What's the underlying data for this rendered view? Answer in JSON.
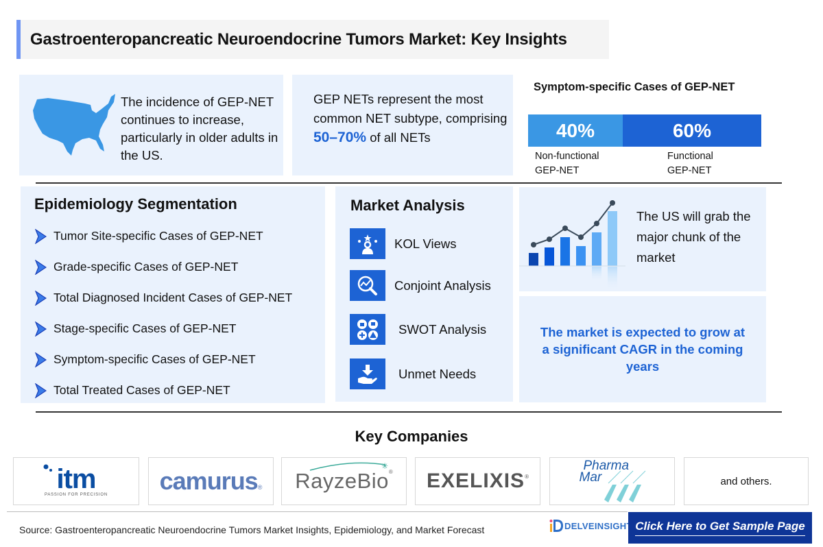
{
  "header": {
    "title": "Gastroenteropancreatic Neuroendocrine Tumors Market: Key Insights",
    "accent_color": "#6f95f3"
  },
  "insights": {
    "incidence": {
      "icon": "us-map-icon",
      "text": "The incidence of GEP-NET continues to increase, particularly in older adults in the US."
    },
    "subtype": {
      "text_before": "GEP NETs represent the most common NET subtype, comprising ",
      "highlight": "50–70%",
      "text_after": " of all NETs"
    }
  },
  "symptom_chart": {
    "title": "Symptom-specific Cases of GEP-NET",
    "segments": [
      {
        "value": "40%",
        "label_line1": "Non-functional",
        "label_line2": "GEP-NET",
        "color": "#3a97e4"
      },
      {
        "value": "60%",
        "label_line1": "Functional",
        "label_line2": "GEP-NET",
        "color": "#1d63d4"
      }
    ]
  },
  "epidemiology": {
    "title": "Epidemiology Segmentation",
    "items": [
      "Tumor Site-specific Cases of GEP-NET",
      "Grade-specific Cases of GEP-NET",
      "Total Diagnosed Incident Cases of GEP-NET",
      "Stage-specific Cases of GEP-NET",
      "Symptom-specific Cases of GEP-NET",
      "Total Treated Cases of GEP-NET"
    ]
  },
  "market_analysis": {
    "title": "Market Analysis",
    "items": [
      {
        "label": "KOL Views",
        "icon": "kol-person-stars-icon"
      },
      {
        "label": "Conjoint Analysis",
        "icon": "magnifier-chart-icon"
      },
      {
        "label": "SWOT Analysis",
        "icon": "swot-grid-icon"
      },
      {
        "label": "Unmet Needs",
        "icon": "hand-download-icon"
      }
    ]
  },
  "us_market": {
    "icon": "growth-bar-chart-icon",
    "text": "The US will grab the major chunk of the market"
  },
  "cagr": {
    "text": "The market is expected to grow at a significant CAGR in the coming years",
    "color": "#1d63d4"
  },
  "key_companies": {
    "title": "Key Companies",
    "companies": [
      {
        "name": "itm",
        "tagline": "PASSION FOR PRECISION"
      },
      {
        "name": "camurus",
        "mark": "®"
      },
      {
        "name": "RayzeBio",
        "mark": "®"
      },
      {
        "name": "EXELIXIS",
        "mark": "®"
      },
      {
        "name_line1": "Pharma",
        "name_line2": "Mar"
      },
      {
        "name": "and others."
      }
    ]
  },
  "footer": {
    "source": "Source: Gastroenteropancreatic Neuroendocrine Tumors Market Insights, Epidemiology, and Market Forecast",
    "brand": "DELVEINSIGHT",
    "cta_label": "Click Here to Get Sample Page",
    "cta_color": "#0e3597"
  }
}
